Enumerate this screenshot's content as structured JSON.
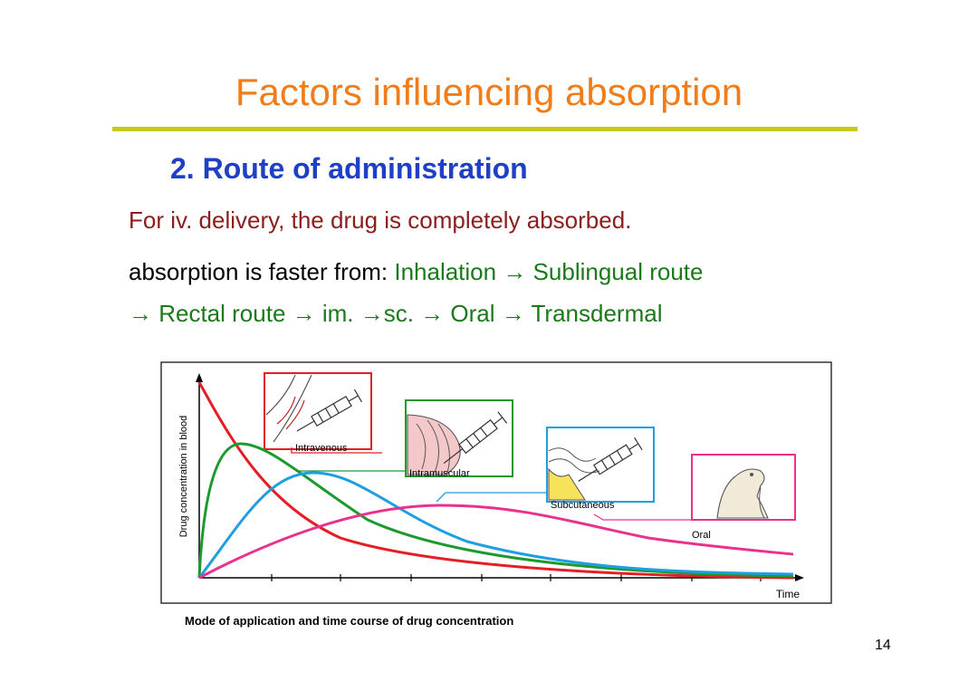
{
  "slide": {
    "title": "Factors influencing absorption",
    "subtitle": "2. Route of administration",
    "line1": "For iv. delivery, the drug is completely absorbed.",
    "line2_prefix": "absorption is faster from: ",
    "line2_green": "Inhalation → Sublingual route",
    "line3": "→ Rectal route → im. →sc. → Oral → Transdermal",
    "page_number": "14"
  },
  "figure": {
    "caption": "Mode of application and time course of drug concentration",
    "ylabel": "Drug concentration in blood",
    "xlabel": "Time",
    "labels": {
      "intravenous": "Intravenous",
      "intramuscular": "Intramuscular",
      "subcutaneous": "Subcutaneous",
      "oral": "Oral"
    },
    "colors": {
      "intravenous": "#e31e24",
      "intramuscular": "#1d9a2e",
      "subcutaneous": "#1f9ee0",
      "oral": "#e8338c"
    }
  }
}
